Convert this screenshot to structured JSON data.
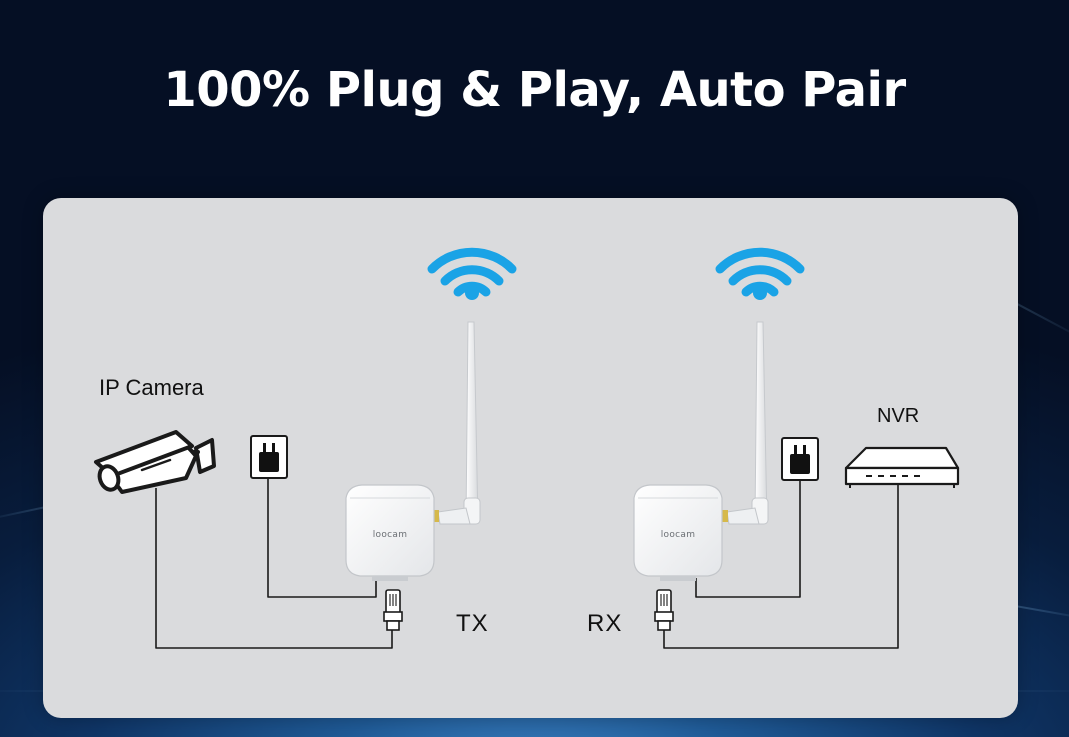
{
  "headline": "100% Plug & Play, Auto Pair",
  "labels": {
    "ip_camera": "IP Camera",
    "nvr": "NVR",
    "tx": "TX",
    "rx": "RX"
  },
  "brand": "loocam",
  "colors": {
    "wifi": "#1aa3e6",
    "panel": "#dadbdd",
    "wire": "#1a1a1a",
    "headline": "#ffffff"
  },
  "icons": {
    "wifi": "wifi-icon",
    "camera": "ip-camera-icon",
    "outlet": "power-outlet-icon",
    "nvr": "nvr-icon",
    "rj45": "ethernet-plug-icon",
    "device": "wireless-bridge-icon"
  }
}
